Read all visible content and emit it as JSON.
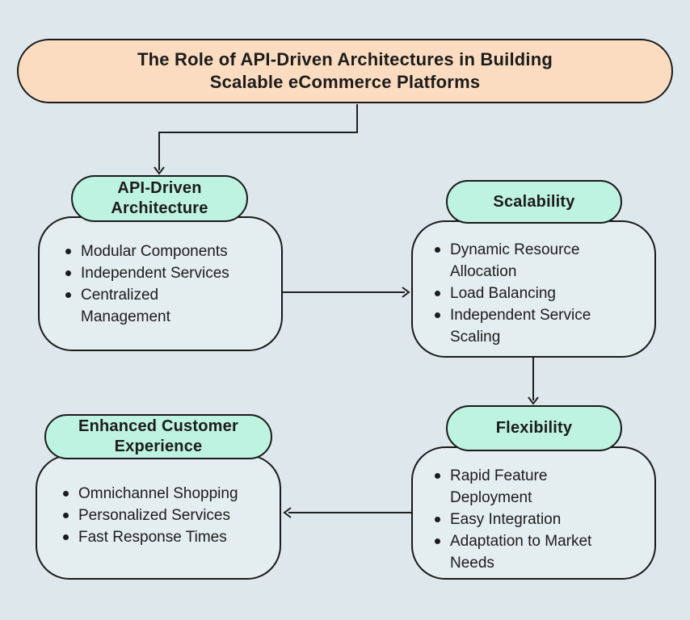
{
  "page": {
    "background": "#DEE8EC"
  },
  "colors": {
    "title_fill": "#FBDCC0",
    "header_fill": "#BEF2E1",
    "box_fill": "#E4EDF0",
    "border": "#1A1A1A",
    "text": "#1C1C1C",
    "arrow": "#1F1F1F"
  },
  "title": {
    "lines": [
      "The Role of API-Driven Architectures in Building",
      "Scalable eCommerce Platforms"
    ]
  },
  "nodes": [
    {
      "id": "api-driven-architecture",
      "label": "API-Driven\nArchitecture",
      "items": [
        "Modular Components",
        "Independent Services",
        "Centralized\nManagement"
      ]
    },
    {
      "id": "scalability",
      "label": "Scalability",
      "items": [
        "Dynamic Resource\nAllocation",
        "Load Balancing",
        "Independent Service\nScaling"
      ]
    },
    {
      "id": "flexibility",
      "label": "Flexibility",
      "items": [
        "Rapid Feature\nDeployment",
        "Easy Integration",
        "Adaptation to Market\nNeeds"
      ]
    },
    {
      "id": "enhanced-customer-experience",
      "label": "Enhanced Customer\nExperience",
      "items": [
        "Omnichannel Shopping",
        "Personalized Services",
        "Fast Response Times"
      ]
    }
  ],
  "connections": [
    {
      "from": "title",
      "to": "api-driven-architecture"
    },
    {
      "from": "api-driven-architecture",
      "to": "scalability"
    },
    {
      "from": "scalability",
      "to": "flexibility"
    },
    {
      "from": "flexibility",
      "to": "enhanced-customer-experience"
    }
  ]
}
